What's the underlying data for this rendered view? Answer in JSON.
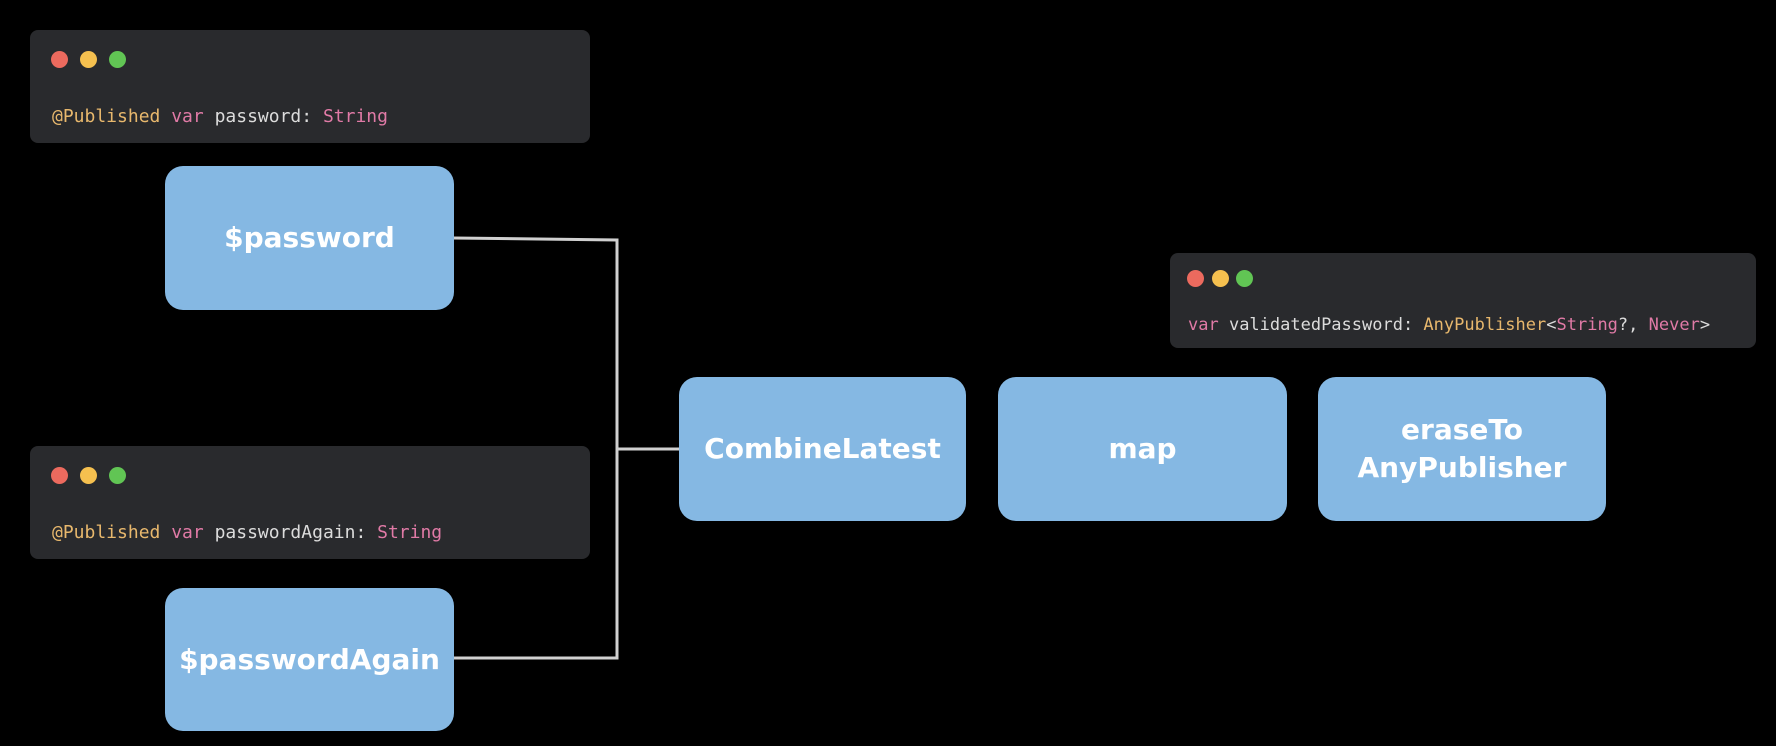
{
  "colors": {
    "node": "#85b8e3",
    "card": "#292a2d",
    "keyword": "#e07aa6",
    "attribute": "#e8b86d",
    "plain": "#dcdcdc",
    "dot_red": "#ec6a5e",
    "dot_yellow": "#f5c04f",
    "dot_green": "#61c554",
    "connector": "#d0d0d0"
  },
  "cards": [
    {
      "tokens": [
        "@Published",
        " ",
        "var",
        " password: ",
        "String"
      ]
    },
    {
      "tokens": [
        "@Published",
        " ",
        "var",
        " passwordAgain: ",
        "String"
      ]
    },
    {
      "tokens": [
        "var",
        " validatedPassword: ",
        "AnyPublisher",
        "<",
        "String",
        "?, ",
        "Never",
        ">"
      ]
    }
  ],
  "nodes": {
    "password": "$password",
    "password_again": "$passwordAgain",
    "combine_latest": "CombineLatest",
    "map": "map",
    "erase_line1": "eraseTo",
    "erase_line2": "AnyPublisher"
  }
}
